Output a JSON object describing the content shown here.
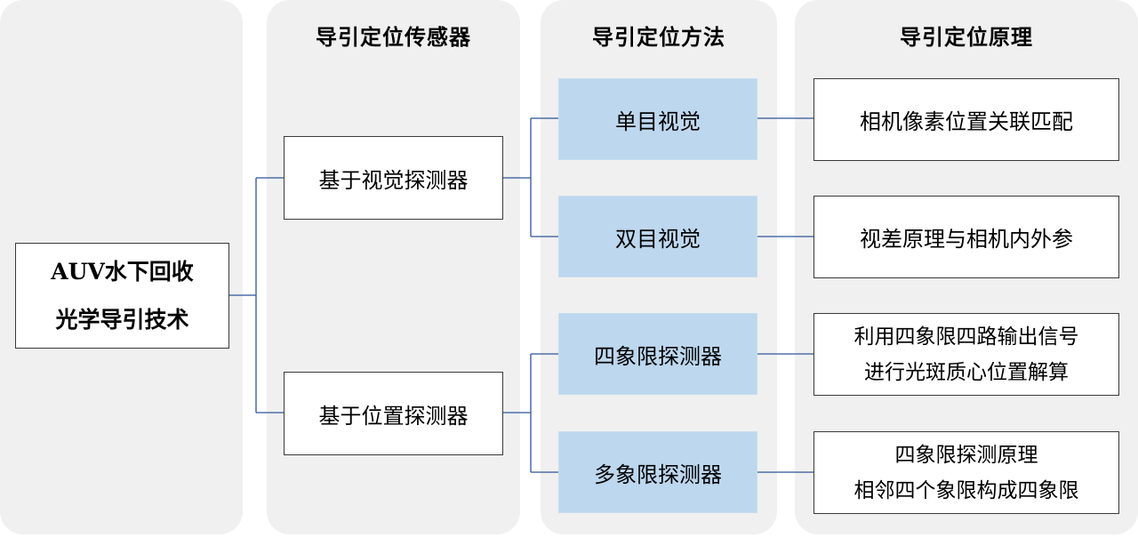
{
  "columns": {
    "sensor_title": "导引定位传感器",
    "method_title": "导引定位方法",
    "principle_title": "导引定位原理"
  },
  "root": {
    "line1": "AUV水下回收",
    "line2": "光学导引技术"
  },
  "sensors": {
    "vision": "基于视觉探测器",
    "position": "基于位置探测器"
  },
  "methods": {
    "mono": "单目视觉",
    "stereo": "双目视觉",
    "quad": "四象限探测器",
    "multi": "多象限探测器"
  },
  "principles": {
    "mono": "相机像素位置关联匹配",
    "stereo": "视差原理与相机内外参",
    "quad_line1": "利用四象限四路输出信号",
    "quad_line2": "进行光斑质心位置解算",
    "multi_line1": "四象限探测原理",
    "multi_line2": "相邻四个象限构成四象限"
  },
  "colors": {
    "panel_bg": "#f0f0f0",
    "method_box_fill": "#bdd7ee",
    "connector": "#2f5597"
  }
}
